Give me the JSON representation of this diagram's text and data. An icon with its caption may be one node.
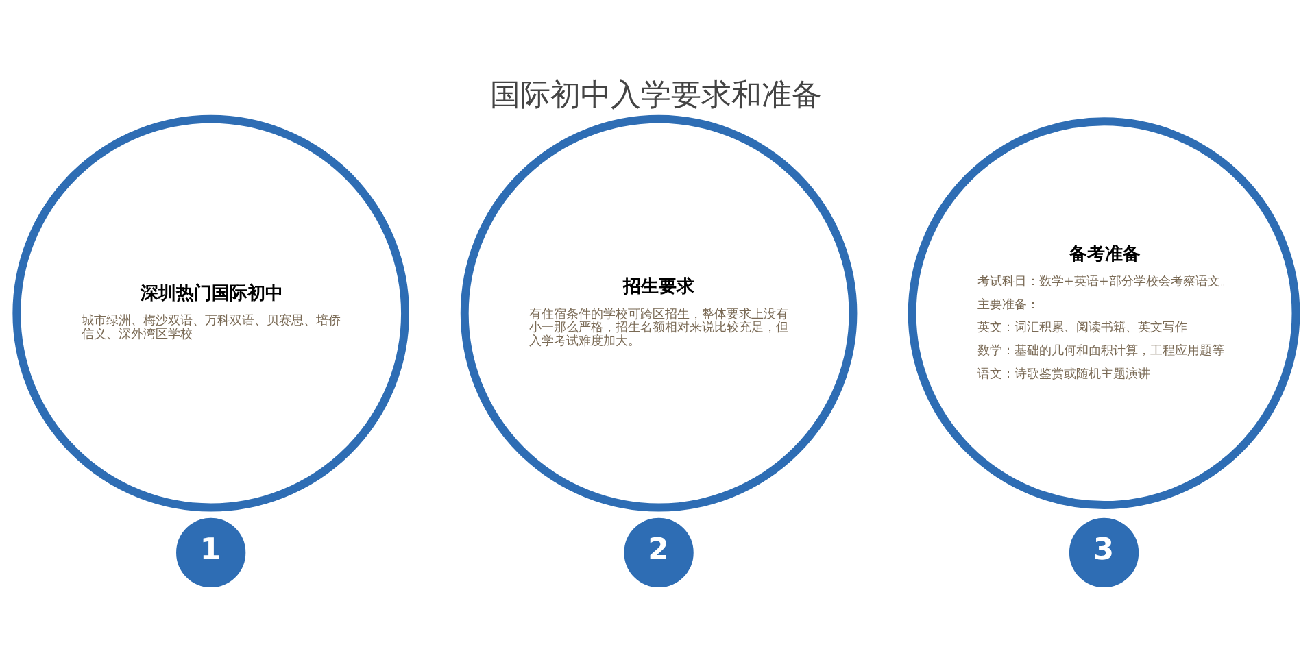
{
  "diagram": {
    "title": "国际初中入学要求和准备",
    "nodes": [
      {
        "text": [
          "深圳热门国际初中",
          "城市绿洲、梅沙双语、万科双语、贝赛思、培侨信义、深外湾区学校"
        ]
      },
      {
        "text": [
          "1"
        ]
      },
      {
        "text": [
          "招生要求",
          "有住宿条件的学校可跨区招生，整体要求上没有小一那么严格，招生名额相对来说比较充足，但入学考试难度加大。"
        ]
      },
      {
        "text": [
          "2"
        ]
      },
      {
        "text": [
          "备考准备",
          "考试科目：数学+英语+部分学校会考察语文。",
          "主要准备：",
          "英文：词汇积累、阅读书籍、英文写作",
          "数学：基础的几何和面积计算，工程应用题等",
          "语文：诗歌鉴赏或随机主题演讲"
        ]
      },
      {
        "text": [
          "3"
        ]
      }
    ]
  }
}
